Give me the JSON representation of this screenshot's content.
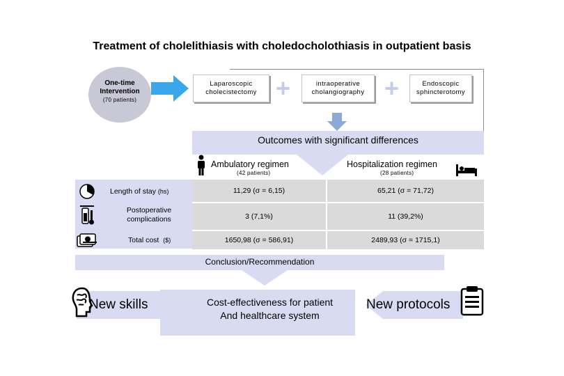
{
  "title": "Treatment of cholelithiasis with choledocholothiasis in outpatient basis",
  "intervention": {
    "label": "One-time Intervention",
    "patients": "(70 patients)"
  },
  "steps": [
    "Laparoscopic cholecistectomy",
    "intraoperative cholangiography",
    "Endoscopic sphincterotomy"
  ],
  "plus_symbol": "+",
  "outcomes_title": "Outcomes with significant differences",
  "regimens": [
    {
      "name": "Ambulatory regimen",
      "patients": "(42 patients)"
    },
    {
      "name": "Hospitalization regimen",
      "patients": "(28 patients)"
    }
  ],
  "rows": [
    {
      "label": "Length of stay",
      "unit": "(hs)",
      "icon": "clock-pie-icon",
      "ambulatory": "11,29 (σ = 6,15)",
      "hospital": "65,21 (σ = 71,72)"
    },
    {
      "label": "Postoperative complications",
      "unit": "",
      "icon": "iv-drip-icon",
      "ambulatory": "3 (7,1%)",
      "hospital": "11 (39,2%)"
    },
    {
      "label": "Total cost",
      "unit": "($)",
      "icon": "money-icon",
      "ambulatory": "1650,98 (σ = 586,91)",
      "hospital": "2489,93 (σ = 1715,1)"
    }
  ],
  "conclusion_title": "Conclusion/Recommendation",
  "conclusions": {
    "left": "New skills",
    "middle_line1": "Cost-effectiveness for patient",
    "middle_line2": "And healthcare system",
    "right": "New protocols"
  },
  "colors": {
    "band": "#d9dbf3",
    "circle": "#c8c8d6",
    "arrow": "#3aa6ec",
    "plus": "#c5ccea",
    "cell": "#dadada"
  }
}
